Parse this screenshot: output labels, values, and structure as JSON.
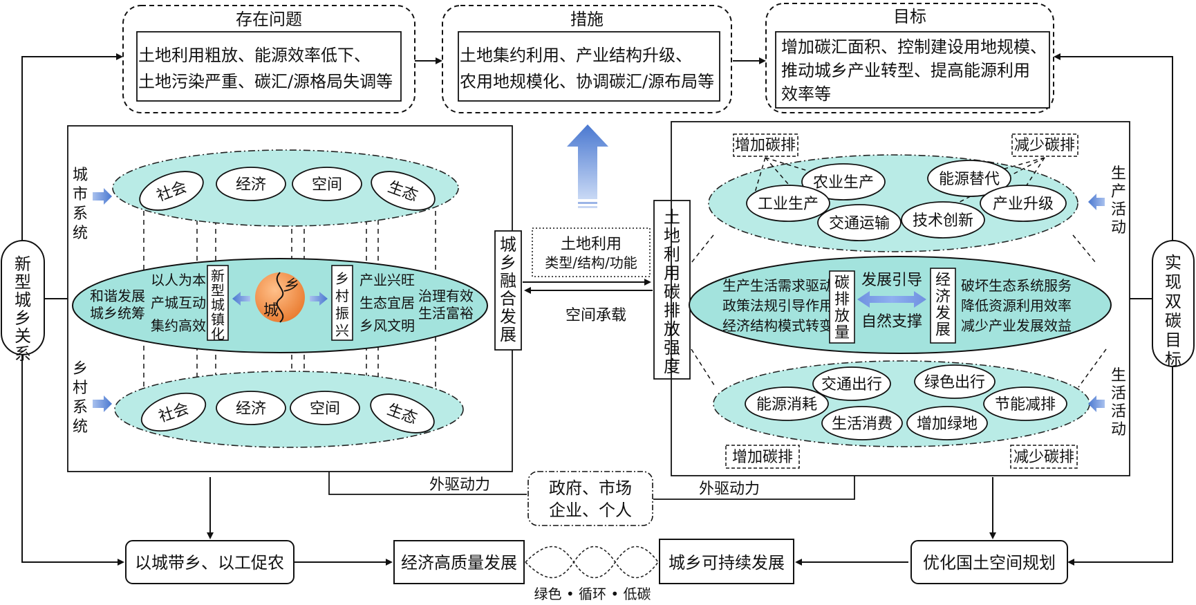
{
  "top": {
    "problems": {
      "title": "存在问题",
      "line1": "土地利用粗放、能源效率低下、",
      "line2": "土地污染严重、碳汇/源格局失调等"
    },
    "measures": {
      "title": "措施",
      "line1": "土地集约利用、产业结构升级、",
      "line2": "农用地规模化、协调碳汇/源布局等"
    },
    "goals": {
      "title": "目标",
      "line1": "增加碳汇面积、控制建设用地规模、",
      "line2": "推动城乡产业转型、提高能源利用",
      "line3": "效率等"
    }
  },
  "left_vertical": "新型城乡关系",
  "right_vertical": "实现双碳目标",
  "urban_system": {
    "label": "城市系统",
    "items": [
      "社会",
      "经济",
      "空间",
      "生态"
    ]
  },
  "rural_system": {
    "label": "乡村系统",
    "items": [
      "社会",
      "经济",
      "空间",
      "生态"
    ]
  },
  "center_ellipse": {
    "left1": "和谐发展",
    "left2": "城乡统筹",
    "mid1": "以人为本",
    "mid2": "产城互动",
    "mid3": "集约高效",
    "urbanization": "新型城镇化",
    "xiang": "乡",
    "cheng": "城",
    "revitalization": "乡村振兴",
    "r1": "产业兴旺",
    "r2": "生态宜居",
    "r3": "乡风文明",
    "far1": "治理有效",
    "far2": "生活富裕"
  },
  "integration": "城乡融合发展",
  "land_use_box": {
    "line1": "土地利用",
    "line2": "类型/结构/功能"
  },
  "space_carry": "空间承载",
  "carbon_intensity": "土地利用碳排放强度",
  "right_panel": {
    "production": {
      "label": "生产活动",
      "items": [
        "农业生产",
        "能源替代",
        "工业生产",
        "交通运输",
        "技术创新",
        "产业升级"
      ]
    },
    "add_top": "增加碳排",
    "reduce_top": "减少碳排",
    "left_lines": [
      "生产生活需求驱动",
      "政策法规引导作用",
      "经济结构模式转变"
    ],
    "emission": "碳排放量",
    "guide": "发展引导",
    "support": "自然支撑",
    "economy": "经济发展",
    "right_lines": [
      "破坏生态系统服务",
      "降低资源利用效率",
      "减少产业发展效益"
    ],
    "life": {
      "label": "生活活动",
      "items": [
        "交通出行",
        "绿色出行",
        "能源消耗",
        "节能减排",
        "生活消费",
        "增加绿地"
      ]
    },
    "add_bottom": "增加碳排",
    "reduce_bottom": "减少碳排"
  },
  "external_force": "外驱动力",
  "actors": {
    "line1": "政府、市场",
    "line2": "企业、个人"
  },
  "bottom": {
    "b1": "以城带乡、以工促农",
    "b2": "经济高质量发展",
    "b3": "城乡可持续发展",
    "b4": "优化国土空间规划",
    "tagline": "绿色 • 循环 • 低碳"
  },
  "colors": {
    "ellipse_fill": "#b9ebe6",
    "ellipse_fill_center": "#a3e3dd",
    "arrow_blue": "#5b85cf",
    "orb": "#f09a5a"
  }
}
